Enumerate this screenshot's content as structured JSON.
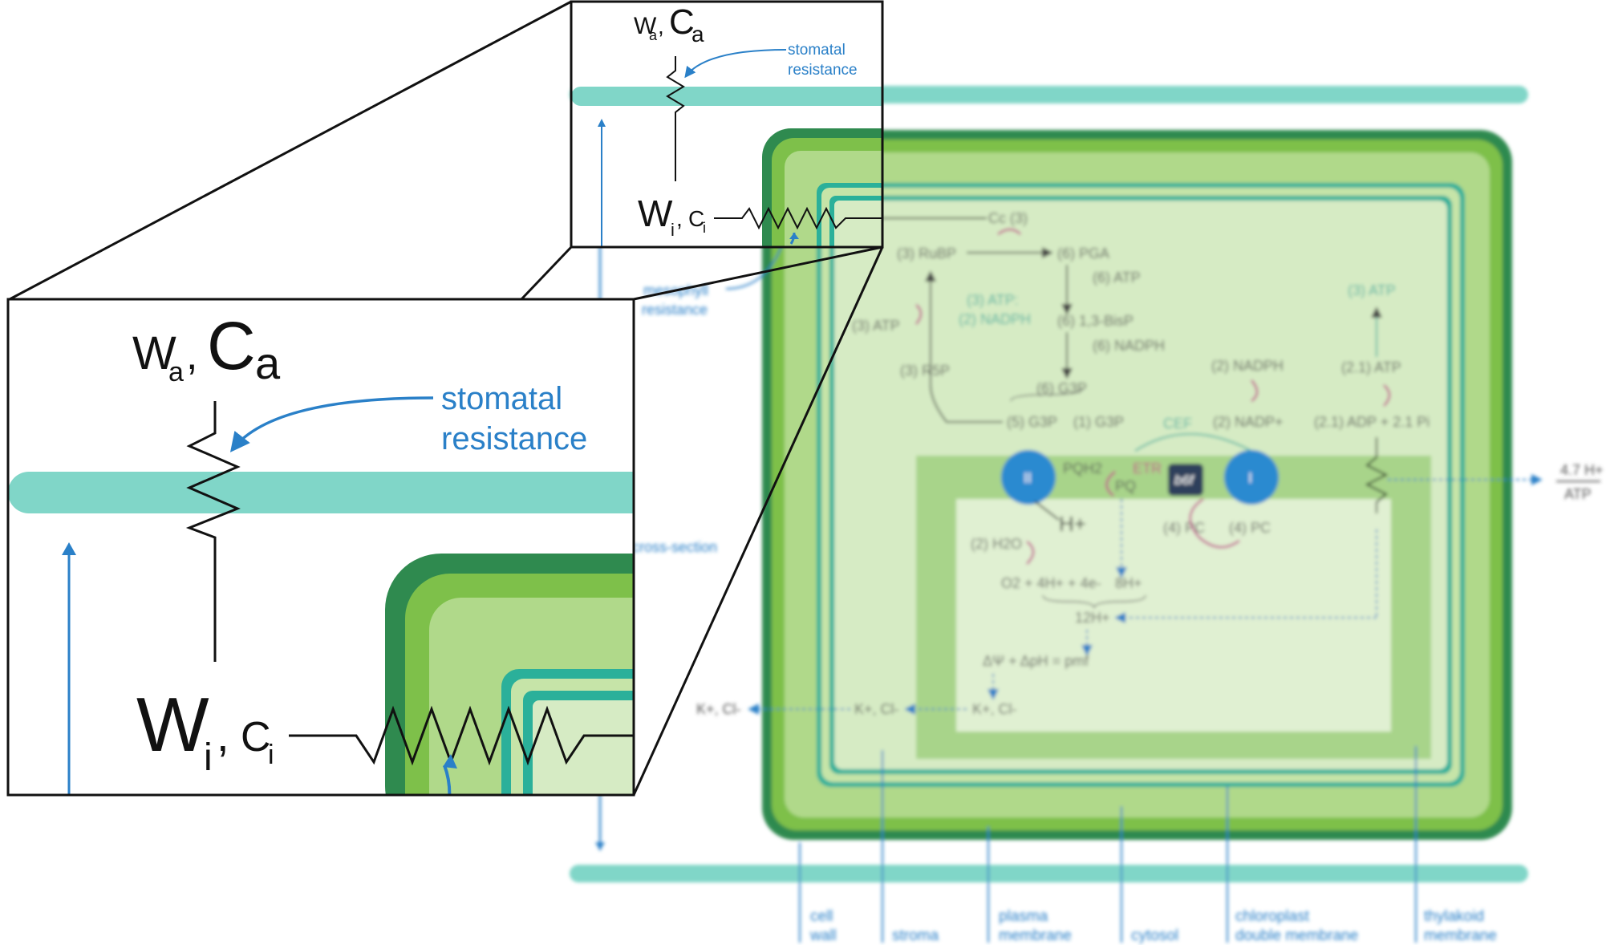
{
  "colors": {
    "membrane_teal": "#80d6c8",
    "cell_wall_green": "#2f8a4f",
    "chloroplast_green": "#7ec04a",
    "stroma_light": "#d6ebc4",
    "thylakoid_band": "#a8d48a",
    "label_blue": "#2a80c8",
    "cycle_pink": "#c0448c",
    "psi_blue": "#2a8ad0",
    "b6f_dark": "#2d3f5c"
  },
  "zoom_inset": {
    "wa": "W",
    "wa_sub": "a",
    "ca": "C",
    "ca_sub": "a",
    "wi": "W",
    "wi_sub": "i",
    "ci": "C",
    "ci_sub": "i",
    "stomatal_line1": "stomatal",
    "stomatal_line2": "resistance"
  },
  "small_inset": {
    "wa": "W",
    "wa_sub": "a",
    "ca": "C",
    "ca_sub": "a",
    "wi": "W",
    "wi_sub": "i",
    "ci": "C",
    "ci_sub": "i",
    "stomatal_line1": "stomatal",
    "stomatal_line2": "resistance"
  },
  "diagram": {
    "cc": "Cc (3)",
    "rubp": "(3) RuBP",
    "pga": "(6) PGA",
    "atp6": "(6) ATP",
    "bisp": "(6) 1,3-BisP",
    "nadph6": "(6) NADPH",
    "g3p6": "(6) G3P",
    "g3p5": "(5) G3P",
    "g3p1": "(1) G3P",
    "atp3": "(3) ATP",
    "r5p": "(3) R5P",
    "atp_nadph_1": "(3) ATP:",
    "atp_nadph_2": "(2) NADPH",
    "atp3_teal": "(3) ATP",
    "nadph2": "(2) NADPH",
    "nadp2": "(2) NADP+",
    "atp21": "(2.1) ATP",
    "adp21": "(2.1) ADP + 2.1 Pi",
    "cef": "CEF",
    "psii": "II",
    "psi": "I",
    "pqh2": "PQH2",
    "pq": "PQ",
    "etr": "ETR",
    "b6f": "b6f",
    "hplus": "H+",
    "pc4a": "(4) PC",
    "pc4b": "(4) PC",
    "h2o": "(2) H2O",
    "o2": "O2 + 4H+ + 4e-",
    "h8": "8H+",
    "h12": "12H+",
    "pmf": "ΔΨ + ΔpH = pmf",
    "k1": "K+, Cl-",
    "k2": "K+, Cl-",
    "k3": "K+, Cl-",
    "h47": "4.7 H+",
    "atp_ratio": "ATP",
    "mesophyll1": "mesophyll",
    "mesophyll2": "resistance",
    "cross_section": "cross-section"
  },
  "bottom_labels": [
    {
      "line1": "cell",
      "line2": "wall"
    },
    {
      "line1": "",
      "line2": "stroma"
    },
    {
      "line1": "plasma",
      "line2": "membrane"
    },
    {
      "line1": "",
      "line2": "cytosol"
    },
    {
      "line1": "chloroplast",
      "line2": "double membrane"
    },
    {
      "line1": "thylakoid",
      "line2": "membrane"
    }
  ]
}
